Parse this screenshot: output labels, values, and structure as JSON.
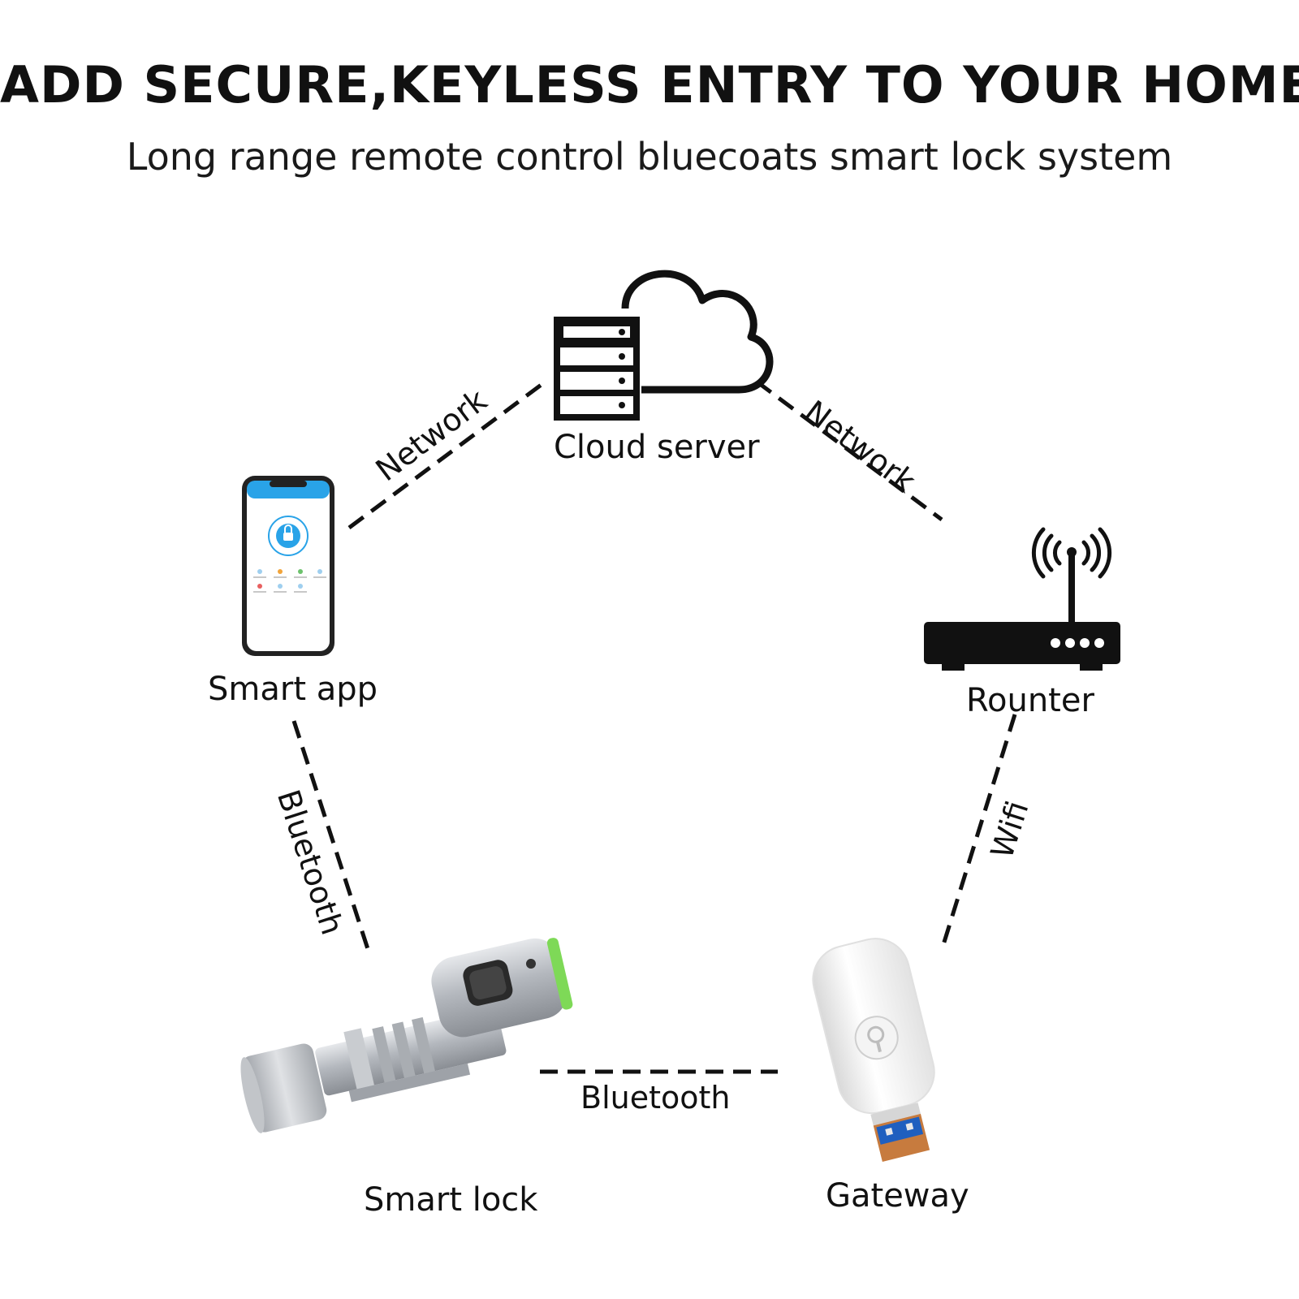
{
  "header": {
    "title": "ADD SECURE,KEYLESS ENTRY TO YOUR HOME",
    "subtitle": "Long range remote control bluecoats smart lock system"
  },
  "nodes": {
    "cloud_server": {
      "label": "Cloud server",
      "icon": "server-cloud-icon"
    },
    "smart_app": {
      "label": "Smart app",
      "icon": "smartphone-icon"
    },
    "router": {
      "label": "Rounter",
      "icon": "router-icon"
    },
    "smart_lock": {
      "label": "Smart lock",
      "icon": "lock-cylinder-icon"
    },
    "gateway": {
      "label": "Gateway",
      "icon": "usb-gateway-icon"
    }
  },
  "links": {
    "app_to_cloud": "Network",
    "cloud_to_router": "Network",
    "app_to_lock": "Bluetooth",
    "router_to_gateway": "Wifi",
    "lock_to_gateway": "Bluetooth"
  },
  "colors": {
    "ink": "#111111",
    "app_accent": "#29a3e8",
    "metal": "#b8bcc2",
    "usb_copper": "#c77b3e"
  }
}
